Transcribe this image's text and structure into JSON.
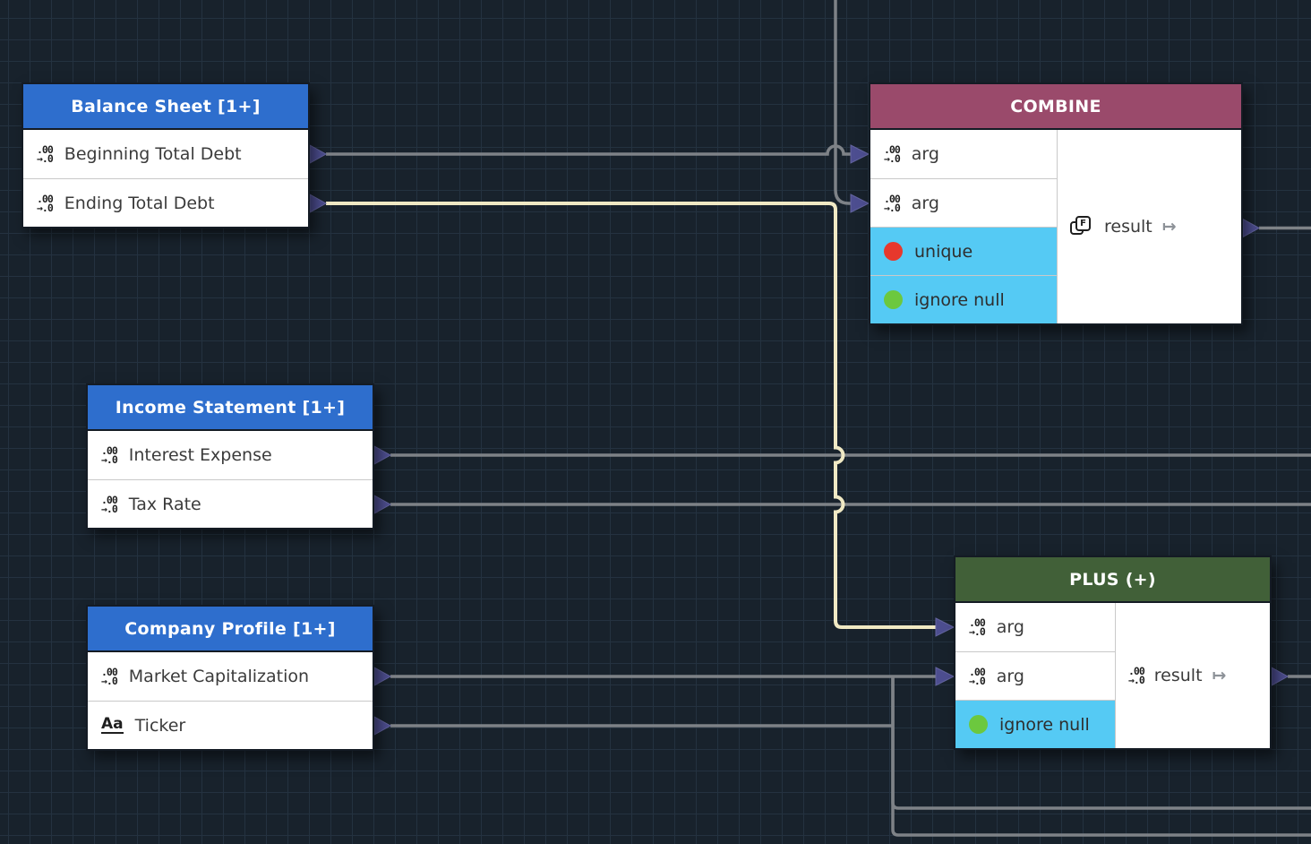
{
  "canvas": {
    "background_color": "#18222c",
    "grid_line_color": "#243240"
  },
  "colors": {
    "source_header_blue": "#2e6ecd",
    "combine_header_maroon": "#9a4a6b",
    "plus_header_green": "#416038",
    "option_row_cyan": "#55caf4",
    "unique_dot_red": "#e7382c",
    "ignore_null_dot_green": "#6cc83e",
    "edge_gray": "#7e8287",
    "edge_highlight_yellow": "#f0e9c4",
    "port_arrow_indigo": "#4d4e90"
  },
  "icons": {
    "number_icon_top": ".00",
    "number_icon_bottom": "→.0",
    "text_icon": "Aa",
    "function_icon_letter": "F",
    "maps_to_glyph": "↦"
  },
  "nodes": {
    "balance_sheet": {
      "title": "Balance Sheet [1+]",
      "fields": [
        {
          "label": "Beginning Total Debt",
          "icon": "number-icon"
        },
        {
          "label": "Ending Total Debt",
          "icon": "number-icon"
        }
      ]
    },
    "income_statement": {
      "title": "Income Statement [1+]",
      "fields": [
        {
          "label": "Interest Expense",
          "icon": "number-icon"
        },
        {
          "label": "Tax Rate",
          "icon": "number-icon"
        }
      ]
    },
    "company_profile": {
      "title": "Company Profile [1+]",
      "fields": [
        {
          "label": "Market Capitalization",
          "icon": "number-icon"
        },
        {
          "label": "Ticker",
          "icon": "text-icon"
        }
      ]
    },
    "combine": {
      "title": "COMBINE",
      "args": [
        {
          "label": "arg",
          "icon": "number-icon"
        },
        {
          "label": "arg",
          "icon": "number-icon"
        }
      ],
      "options": [
        {
          "label": "unique",
          "dot_color": "#e7382c"
        },
        {
          "label": "ignore null",
          "dot_color": "#6cc83e"
        }
      ],
      "result_label": "result"
    },
    "plus": {
      "title": "PLUS (+)",
      "args": [
        {
          "label": "arg",
          "icon": "number-icon"
        },
        {
          "label": "arg",
          "icon": "number-icon"
        }
      ],
      "options": [
        {
          "label": "ignore null",
          "dot_color": "#6cc83e"
        }
      ],
      "result_label": "result"
    }
  },
  "edges": [
    {
      "from": "Balance Sheet.Beginning Total Debt",
      "to": "COMBINE.arg1",
      "color": "#7e8287"
    },
    {
      "from": "off-screen-top",
      "to": "COMBINE.arg2",
      "color": "#7e8287"
    },
    {
      "from": "Balance Sheet.Ending Total Debt",
      "to": "PLUS (+).arg1",
      "color": "#f0e9c4",
      "highlighted": true
    },
    {
      "from": "Income Statement.Interest Expense",
      "to": "off-screen-right",
      "color": "#7e8287"
    },
    {
      "from": "Income Statement.Tax Rate",
      "to": "off-screen-right",
      "color": "#7e8287"
    },
    {
      "from": "Company Profile.Market Capitalization",
      "to": "PLUS (+).arg2",
      "color": "#7e8287"
    },
    {
      "from": "Company Profile.Market Capitalization",
      "to": "off-screen-bottom-right",
      "color": "#7e8287"
    },
    {
      "from": "Company Profile.Ticker",
      "to": "off-screen-bottom-right",
      "color": "#7e8287"
    },
    {
      "from": "COMBINE.result",
      "to": "off-screen-right",
      "color": "#7e8287"
    },
    {
      "from": "PLUS (+).result",
      "to": "off-screen-right",
      "color": "#7e8287"
    }
  ]
}
